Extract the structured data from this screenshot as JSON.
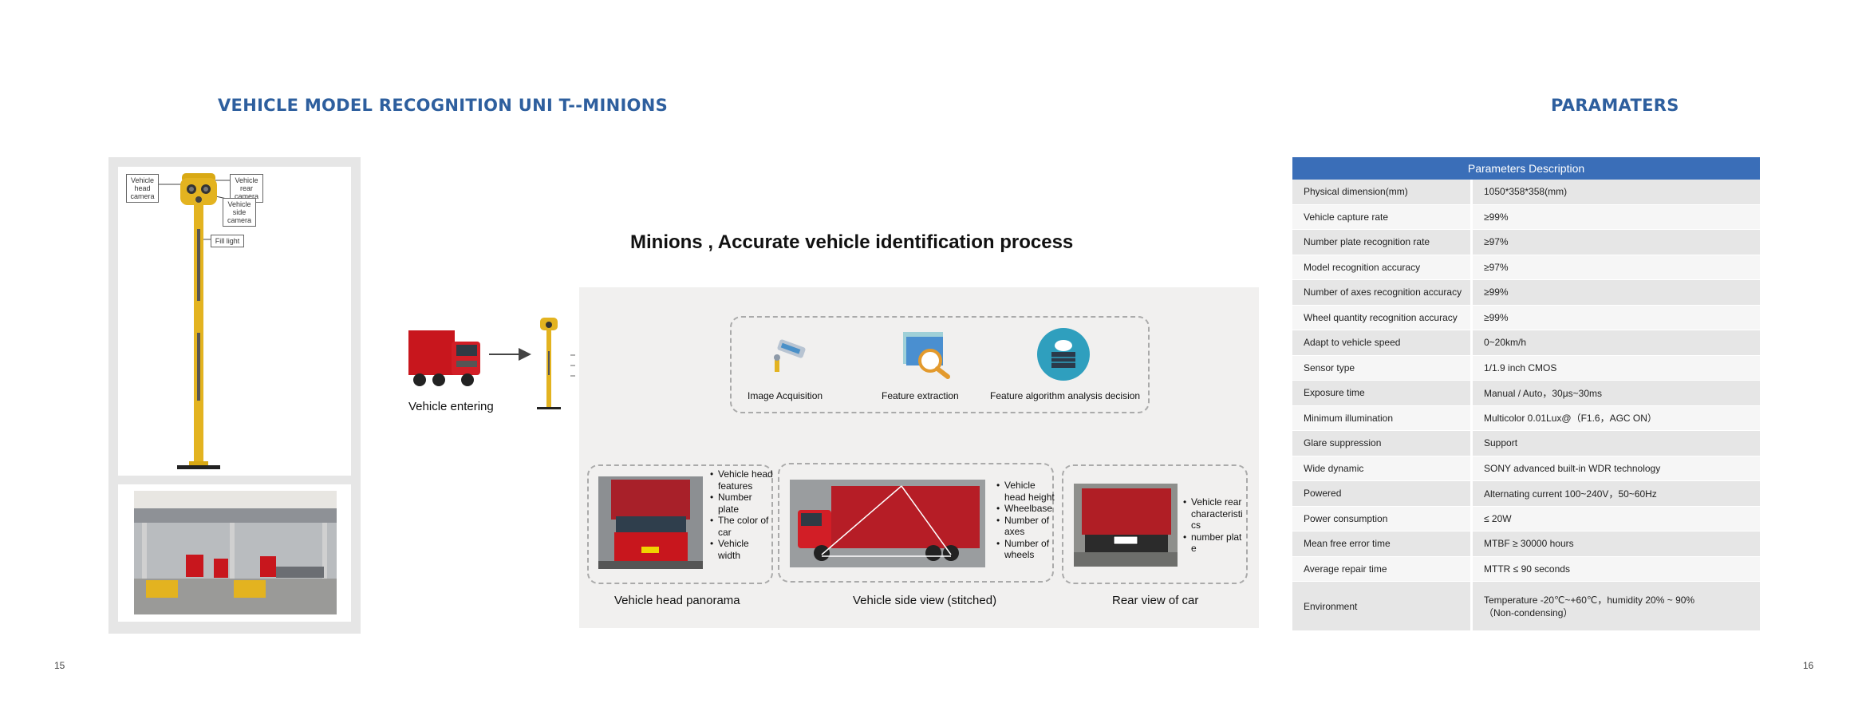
{
  "left_page": {
    "heading": "VEHICLE MODEL RECOGNITION UNI T--MINIONS",
    "page_number": "15",
    "callouts": {
      "head_camera": "Vehicle head camera",
      "rear_camera": "Vehicle rear camera",
      "side_camera": "Vehicle side camera",
      "fill_light": "Fill light"
    },
    "process": {
      "title": "Minions , Accurate vehicle identification process",
      "vehicle_entering": "Vehicle entering",
      "steps": [
        "Image Acquisition",
        "Feature extraction",
        "Feature algorithm analysis decision"
      ],
      "outputs": [
        {
          "caption": "Vehicle head panorama",
          "features": [
            "Vehicle head features",
            "Number plate",
            "The color of car",
            "Vehicle width"
          ]
        },
        {
          "caption": "Vehicle side view (stitched)",
          "features": [
            "Vehicle head height",
            "Wheelbase",
            "Number of axes",
            "Number of wheels"
          ]
        },
        {
          "caption": "Rear view of car",
          "features": [
            "Vehicle rear characteristics",
            "number plate"
          ]
        }
      ]
    }
  },
  "right_page": {
    "heading": "PARAMATERS",
    "page_number": "16",
    "table": {
      "header": "Parameters Description",
      "rows": [
        [
          "Physical dimension(mm)",
          "1050*358*358(mm)"
        ],
        [
          "Vehicle capture rate",
          "≥99%"
        ],
        [
          "Number plate recognition rate",
          "≥97%"
        ],
        [
          "Model recognition accuracy",
          "≥97%"
        ],
        [
          "Number of axes recognition accuracy",
          "≥99%"
        ],
        [
          "Wheel quantity recognition accuracy",
          "≥99%"
        ],
        [
          "Adapt to vehicle speed",
          "0~20km/h"
        ],
        [
          "Sensor type",
          "1/1.9 inch CMOS"
        ],
        [
          "Exposure time",
          "Manual / Auto，30μs~30ms"
        ],
        [
          "Minimum illumination",
          "Multicolor 0.01Lux@（F1.6，AGC ON）"
        ],
        [
          "Glare suppression",
          "Support"
        ],
        [
          "Wide dynamic",
          "SONY advanced built-in WDR technology"
        ],
        [
          "Powered",
          "Alternating current 100~240V，50~60Hz"
        ],
        [
          "Power consumption",
          "≤ 20W"
        ],
        [
          "Mean free error time",
          "MTBF ≥ 30000 hours"
        ],
        [
          "Average repair time",
          "MTTR ≤ 90 seconds"
        ],
        [
          "Environment",
          "Temperature -20℃~+60℃，humidity 20% ~ 90%（Non-condensing）"
        ]
      ]
    }
  },
  "colors": {
    "heading": "#2e5f9e",
    "table_header": "#3a6eb8",
    "pole": "#e3b320",
    "truck_red": "#c8161d"
  }
}
